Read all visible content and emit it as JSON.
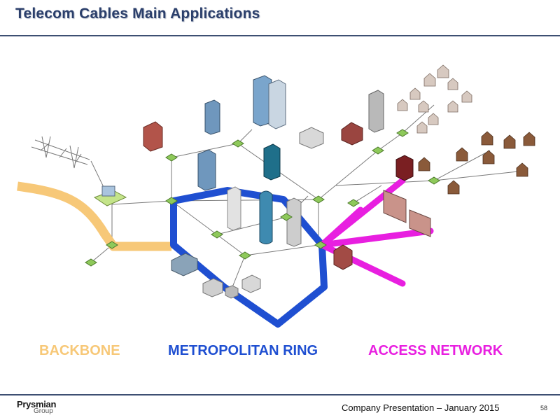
{
  "title": "Telecom Cables Main Applications",
  "labels": {
    "backbone": "BACKBONE",
    "metro": "METROPOLITAN RING",
    "access": "ACCESS NETWORK"
  },
  "footer": {
    "logo_main": "Prysmian",
    "logo_sub": "Group",
    "presentation": "Company Presentation – January 2015",
    "page_number": "58"
  },
  "colors": {
    "title": "#2b3f6b",
    "rule": "#3d4f72",
    "backbone": "#f7c878",
    "metro": "#1f4fd1",
    "access": "#e81fe0",
    "node": "#8ec95a"
  }
}
